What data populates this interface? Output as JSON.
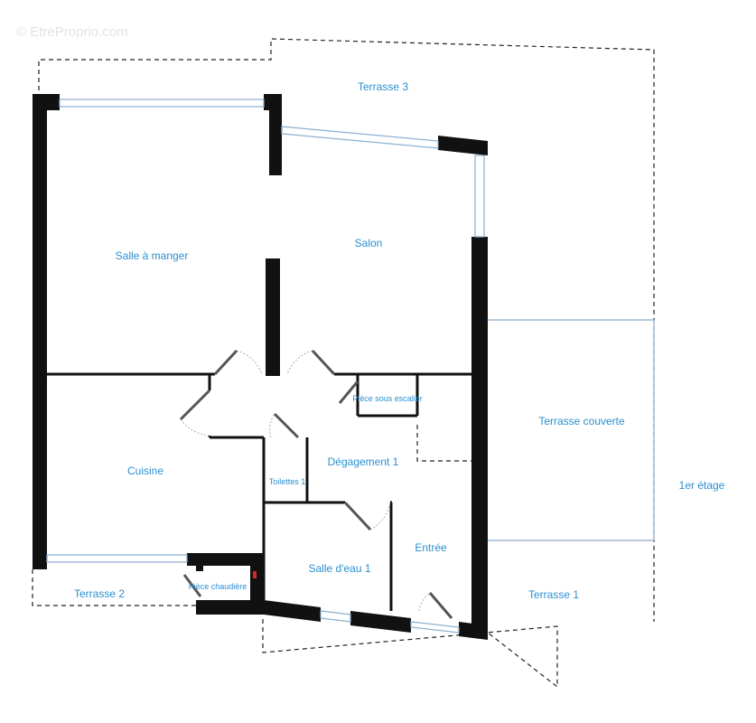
{
  "watermark": "© EtreProprio.com",
  "rooms": {
    "salle_a_manger": "Salle à manger",
    "salon": "Salon",
    "cuisine": "Cuisine",
    "degagement": "Dégagement 1",
    "toilettes": "Toilettes 1",
    "piece_sous_escalier": "Pièce sous escalier",
    "entree": "Entrée",
    "salle_deau": "Salle d'eau 1",
    "piece_chaudiere": "Pièce chaudière"
  },
  "terraces": {
    "terrasse_1": "Terrasse 1",
    "terrasse_2": "Terrasse 2",
    "terrasse_3": "Terrasse 3",
    "terrasse_couverte": "Terrasse couverte"
  },
  "floor_note": "1er étage",
  "colors": {
    "label": "#2a8fd0",
    "wall": "#111111",
    "window": "#8aaed0"
  }
}
